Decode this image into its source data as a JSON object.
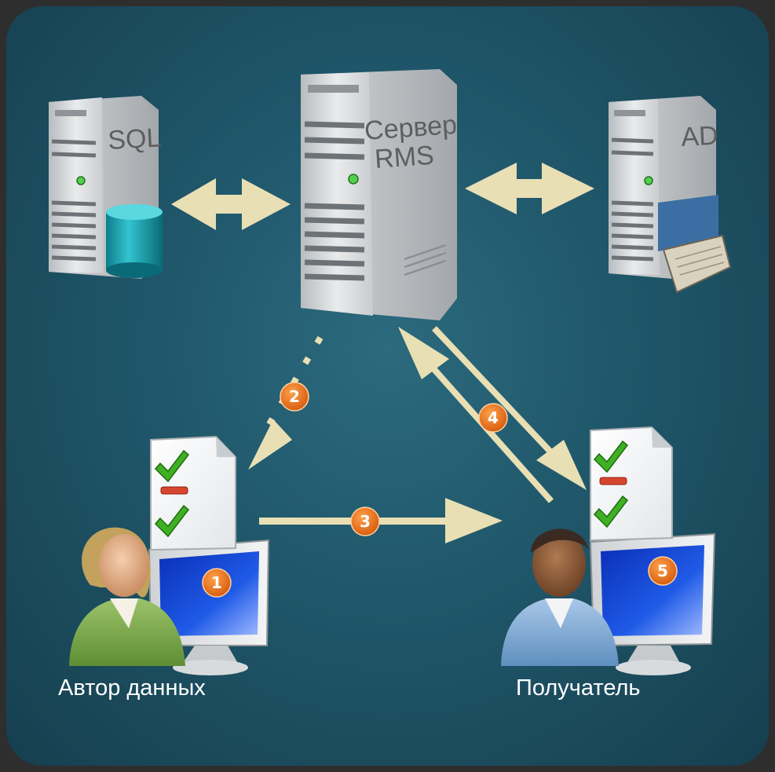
{
  "servers": {
    "sql": "SQL",
    "rms_line1": "Сервер",
    "rms_line2": "RMS",
    "ad": "AD"
  },
  "steps": [
    "1",
    "2",
    "3",
    "4",
    "5"
  ],
  "actors": {
    "author": "Автор данных",
    "recipient": "Получатель"
  },
  "colors": {
    "background": "#2e2e2e",
    "panel": "#1f5669",
    "arrow": "#e8dfb4",
    "badge": "#e8731e",
    "check": "#3fb024",
    "minus": "#d8452f"
  }
}
